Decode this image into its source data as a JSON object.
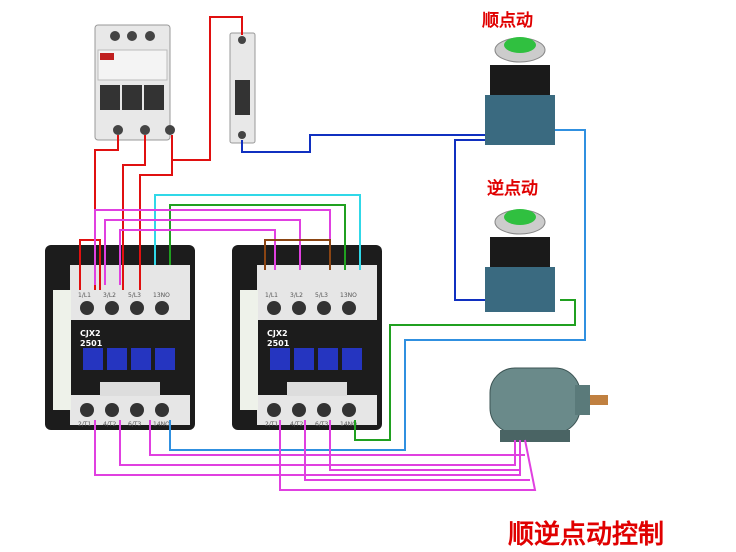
{
  "labels": {
    "forward_jog": "顺点动",
    "reverse_jog": "逆点动",
    "title": "顺逆点动控制"
  },
  "contactor": {
    "model_line1": "CJX2",
    "model_line2": "2501",
    "top_terminals": [
      "1/L1",
      "3/L2",
      "5/L3",
      "13NO"
    ],
    "bottom_terminals": [
      "2/T1",
      "4/T2",
      "6/T3",
      "14NO"
    ]
  },
  "colors": {
    "label": "#e00000",
    "wire_red": "#e01010",
    "wire_magenta": "#e040e0",
    "wire_cyan": "#30d8e8",
    "wire_green": "#20a020",
    "wire_blue": "#1030c0",
    "wire_lightblue": "#3090e0",
    "wire_brown": "#8b4513"
  }
}
